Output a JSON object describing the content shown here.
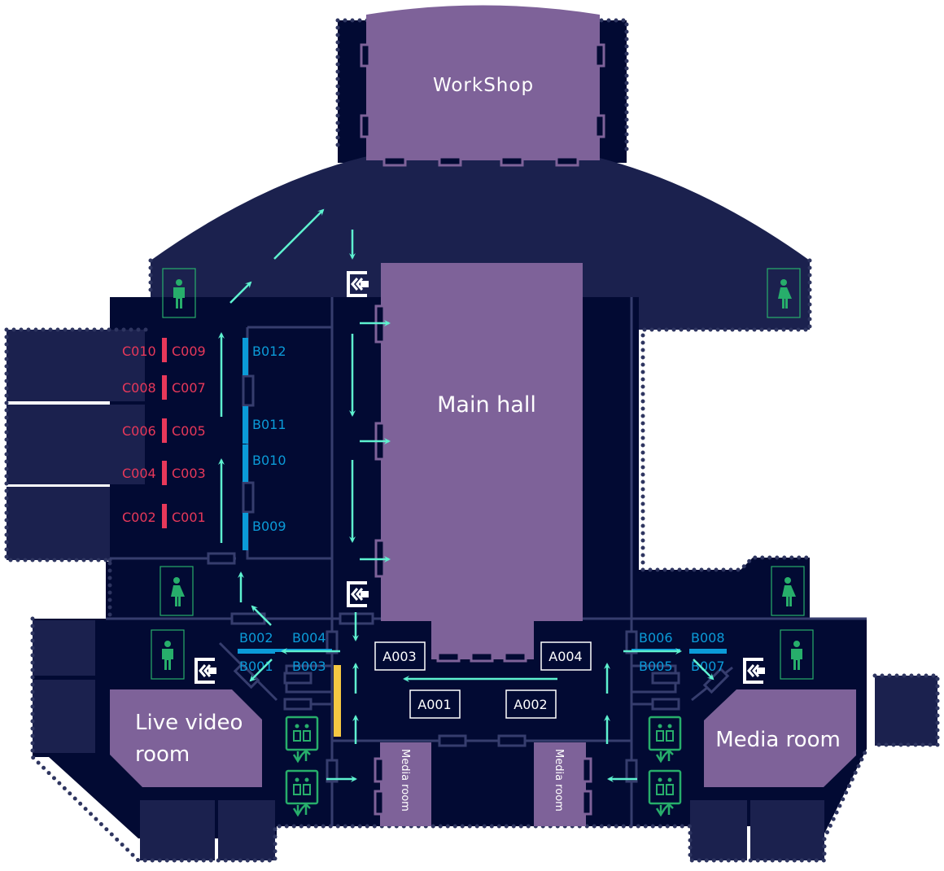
{
  "map": {
    "title": "Venue floor plan",
    "colors": {
      "background_dark": "#020a33",
      "background_mid": "#1b214e",
      "room": "#7e6299",
      "arrow": "#5ef2d0",
      "booth_b": "#0b9bd8",
      "booth_c": "#e8385a",
      "facility": "#27ae6b",
      "highlight": "#f5c842"
    },
    "rooms": {
      "workshop": "WorkShop",
      "main_hall": "Main hall",
      "live_video_line1": "Live video",
      "live_video_line2": "room",
      "media_room": "Media room",
      "media_room_small_left": "Media room",
      "media_room_small_right": "Media room"
    },
    "booths_a": [
      "A001",
      "A002",
      "A003",
      "A004"
    ],
    "booths_b": [
      "B001",
      "B002",
      "B003",
      "B004",
      "B005",
      "B006",
      "B007",
      "B008",
      "B009",
      "B010",
      "B011",
      "B012"
    ],
    "booths_c": [
      "C001",
      "C002",
      "C003",
      "C004",
      "C005",
      "C006",
      "C007",
      "C008",
      "C009",
      "C010"
    ],
    "icons": {
      "restroom": "restroom-icon",
      "exit": "exit-icon",
      "elevator": "elevator-icon",
      "arrow": "direction-arrow"
    }
  }
}
